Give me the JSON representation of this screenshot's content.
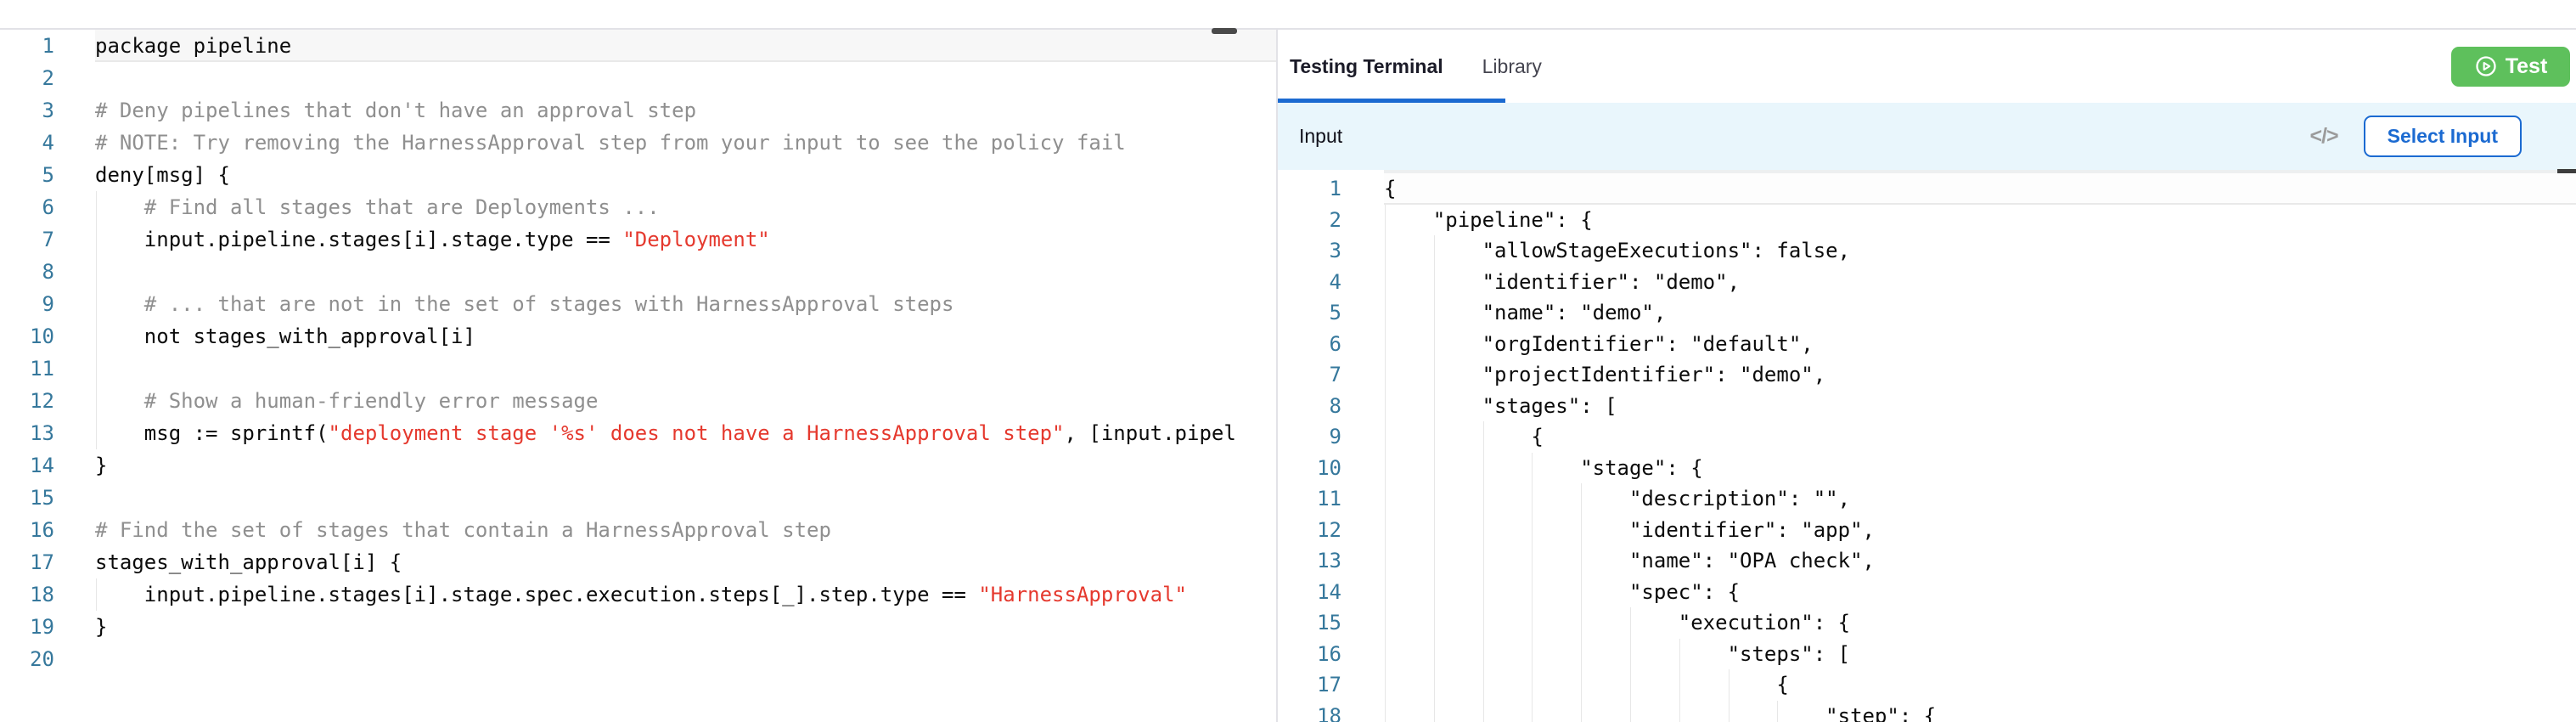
{
  "colors": {
    "accent_blue": "#1b6ad1",
    "test_green": "#5ec05c",
    "line_number": "#36789c",
    "comment_gray": "#8f8f8f",
    "string_red": "#e5392e",
    "code_black": "#0b0b0b",
    "input_bar_bg": "#e9f6fc"
  },
  "left_editor": {
    "lines": [
      {
        "cur": true,
        "s": [
          {
            "t": "package pipeline"
          }
        ]
      },
      {},
      {
        "s": [
          {
            "t": "# Deny pipelines that don't have an approval step",
            "c": "cm"
          }
        ]
      },
      {
        "s": [
          {
            "t": "# NOTE: Try removing the HarnessApproval step from your input to see the policy fail",
            "c": "cm"
          }
        ]
      },
      {
        "s": [
          {
            "t": "deny[msg] {"
          }
        ]
      },
      {
        "g": 1,
        "s": [
          {
            "t": "    # Find all stages that are Deployments ...",
            "c": "cm"
          }
        ]
      },
      {
        "g": 1,
        "s": [
          {
            "t": "    input.pipeline.stages[i].stage.type == "
          },
          {
            "t": "\"Deployment\"",
            "c": "st"
          }
        ]
      },
      {
        "g": 1
      },
      {
        "g": 1,
        "s": [
          {
            "t": "    # ... that are not in the set of stages with HarnessApproval steps",
            "c": "cm"
          }
        ]
      },
      {
        "g": 1,
        "s": [
          {
            "t": "    not stages_with_approval[i]"
          }
        ]
      },
      {
        "g": 1
      },
      {
        "g": 1,
        "s": [
          {
            "t": "    # Show a human-friendly error message",
            "c": "cm"
          }
        ]
      },
      {
        "g": 1,
        "s": [
          {
            "t": "    msg := sprintf("
          },
          {
            "t": "\"deployment stage '%s' does not have a HarnessApproval step\"",
            "c": "st"
          },
          {
            "t": ", [input.pipel"
          }
        ]
      },
      {
        "s": [
          {
            "t": "}"
          }
        ]
      },
      {},
      {
        "s": [
          {
            "t": "# Find the set of stages that contain a HarnessApproval step",
            "c": "cm"
          }
        ]
      },
      {
        "s": [
          {
            "t": "stages_with_approval[i] {"
          }
        ]
      },
      {
        "g": 1,
        "s": [
          {
            "t": "    input.pipeline.stages[i].stage.spec.execution.steps[_].step.type == "
          },
          {
            "t": "\"HarnessApproval\"",
            "c": "st"
          }
        ]
      },
      {
        "s": [
          {
            "t": "}"
          }
        ]
      },
      {}
    ]
  },
  "right_panel": {
    "tabs": [
      {
        "label": "Testing Terminal",
        "active": true
      },
      {
        "label": "Library",
        "active": false
      }
    ],
    "test_button": {
      "label": "Test"
    },
    "input_bar": {
      "title": "Input",
      "code_icon_glyph": "</>",
      "select_button_label": "Select Input"
    },
    "input_editor": {
      "lines": [
        {
          "cur": true,
          "s": [
            {
              "t": "{"
            }
          ]
        },
        {
          "g": 1,
          "s": [
            {
              "t": "    \"pipeline\": {"
            }
          ]
        },
        {
          "g": 2,
          "s": [
            {
              "t": "        \"allowStageExecutions\": false,"
            }
          ]
        },
        {
          "g": 2,
          "s": [
            {
              "t": "        \"identifier\": \"demo\","
            }
          ]
        },
        {
          "g": 2,
          "s": [
            {
              "t": "        \"name\": \"demo\","
            }
          ]
        },
        {
          "g": 2,
          "s": [
            {
              "t": "        \"orgIdentifier\": \"default\","
            }
          ]
        },
        {
          "g": 2,
          "s": [
            {
              "t": "        \"projectIdentifier\": \"demo\","
            }
          ]
        },
        {
          "g": 2,
          "s": [
            {
              "t": "        \"stages\": ["
            }
          ]
        },
        {
          "g": 3,
          "s": [
            {
              "t": "            {"
            }
          ]
        },
        {
          "g": 4,
          "s": [
            {
              "t": "                \"stage\": {"
            }
          ]
        },
        {
          "g": 5,
          "s": [
            {
              "t": "                    \"description\": \"\","
            }
          ]
        },
        {
          "g": 5,
          "s": [
            {
              "t": "                    \"identifier\": \"app\","
            }
          ]
        },
        {
          "g": 5,
          "s": [
            {
              "t": "                    \"name\": \"OPA check\","
            }
          ]
        },
        {
          "g": 5,
          "s": [
            {
              "t": "                    \"spec\": {"
            }
          ]
        },
        {
          "g": 6,
          "s": [
            {
              "t": "                        \"execution\": {"
            }
          ]
        },
        {
          "g": 7,
          "s": [
            {
              "t": "                            \"steps\": ["
            }
          ]
        },
        {
          "g": 8,
          "s": [
            {
              "t": "                                {"
            }
          ]
        },
        {
          "g": 9,
          "s": [
            {
              "t": "                                    \"step\": {"
            }
          ]
        }
      ]
    }
  }
}
